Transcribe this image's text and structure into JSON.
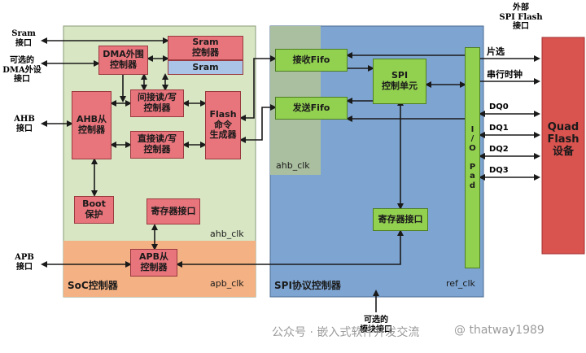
{
  "external": {
    "sram_port": "Sram\n接口",
    "dma_port": "可选的\nDMA外设\n接口",
    "ahb_port": "AHB\n接口",
    "apb_port": "APB\n接口",
    "spi_flash_port": "外部\nSPI Flash\n接口",
    "optional_port": "可选的\n模块接口"
  },
  "soc": {
    "name": "SoC控制器",
    "ahb_clk": "ahb_clk",
    "apb_clk": "apb_clk",
    "dma": "DMA外围\n控制器",
    "sram_ctrl": "Sram\n控制器",
    "sram": "Sram",
    "indirect": "间接读/写\n控制器",
    "direct": "直接读/写\n控制器",
    "ahb_slave": "AHB从\n控制器",
    "flash_cmd": "Flash\n命令\n生成器",
    "boot": "Boot\n保护",
    "reg_if": "寄存器接口",
    "apb_slave": "APB从\n控制器"
  },
  "spi": {
    "name": "SPI协议控制器",
    "ahb_clk": "ahb_clk",
    "ref_clk": "ref_clk",
    "rx_fifo": "接收Fifo",
    "tx_fifo": "发送Fifo",
    "ctrl": "SPI\n控制单元",
    "reg_if": "寄存器接口",
    "io_pad": "I\n/\nO\n\nP\na\nd"
  },
  "signals": {
    "cs": "片选",
    "sclk": "串行时钟",
    "dq0": "DQ0",
    "dq1": "DQ1",
    "dq2": "DQ2",
    "dq3": "DQ3"
  },
  "flash": {
    "name": "Quad\nFlash\n设备"
  },
  "watermark": "公众号 · 嵌入式软件开发交流",
  "watermark2": "@ thatway1989",
  "colors": {
    "soc_bg": "#d8e6c4",
    "soc_bottom": "#f4b183",
    "spi_bg": "#7ea5d2",
    "spi_light": "#aabfa0",
    "flash": "#d9534f",
    "block_pink": "#e8747c",
    "block_green": "#92d050",
    "sram_bar": "#a9c4e6"
  }
}
